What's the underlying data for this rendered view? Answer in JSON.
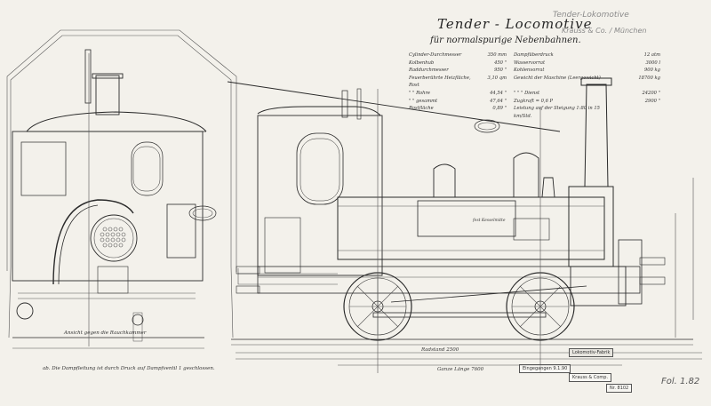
{
  "drawing": {
    "title": "Tender - Locomotive",
    "subtitle": "für normalspurige Nebenbahnen.",
    "specs": [
      {
        "l": "Cylinder-Durchmesser",
        "lv": "350 mm",
        "r": "Dampfüberdruck",
        "rv": "12 atm"
      },
      {
        "l": "Kolbenhub",
        "lv": "450 \"",
        "r": "Wasservorrat",
        "rv": "3000 l"
      },
      {
        "l": "Raddurchmesser",
        "lv": "950 \"",
        "r": "Kohlenvorrat",
        "rv": "900 kg"
      },
      {
        "l": "Feuerberührte Heizfläche, Rost",
        "lv": "3,10 qm",
        "r": "Gewicht der Maschine (Leergewicht)",
        "rv": "18700 kg"
      },
      {
        "l": "\" \" Rohre",
        "lv": "44,54 \"",
        "r": "\" \" \" Dienst",
        "rv": "24200 \""
      },
      {
        "l": "\" \" gesammt",
        "lv": "47,64 \"",
        "r": "Zugkraft = 0,6 P",
        "rv": "2900 \""
      },
      {
        "l": "Rostfläche",
        "lv": "0,89 \"",
        "r": "Leistung auf der Steigung 1:80 in 15 km/Std.",
        "rv": ""
      }
    ],
    "pencil_note_1": "Tender-Lokomotive",
    "pencil_note_2": "Krauss & Co. / München",
    "left_caption": "Ansicht gegen die Rauchkammer",
    "bottom_note": "ab. Die Dampfleitung ist durch Druck auf Dampfventil 1 geschlossen.",
    "dim_total": "Ganze Länge 7600",
    "dim_wheelbase": "Radstand 2500",
    "label_box": "fest Kesselmitte",
    "stamp_1": "Eingegangen 9.1.90",
    "stamp_2": "Lokomotiv-Fabrik",
    "stamp_3": "Krauss & Comp.",
    "stamp_4": "Nr. 8102",
    "sheet_no": "Fol. 1.82",
    "accent_ink": "#2a2a2a",
    "paper": "#f3f1eb"
  }
}
